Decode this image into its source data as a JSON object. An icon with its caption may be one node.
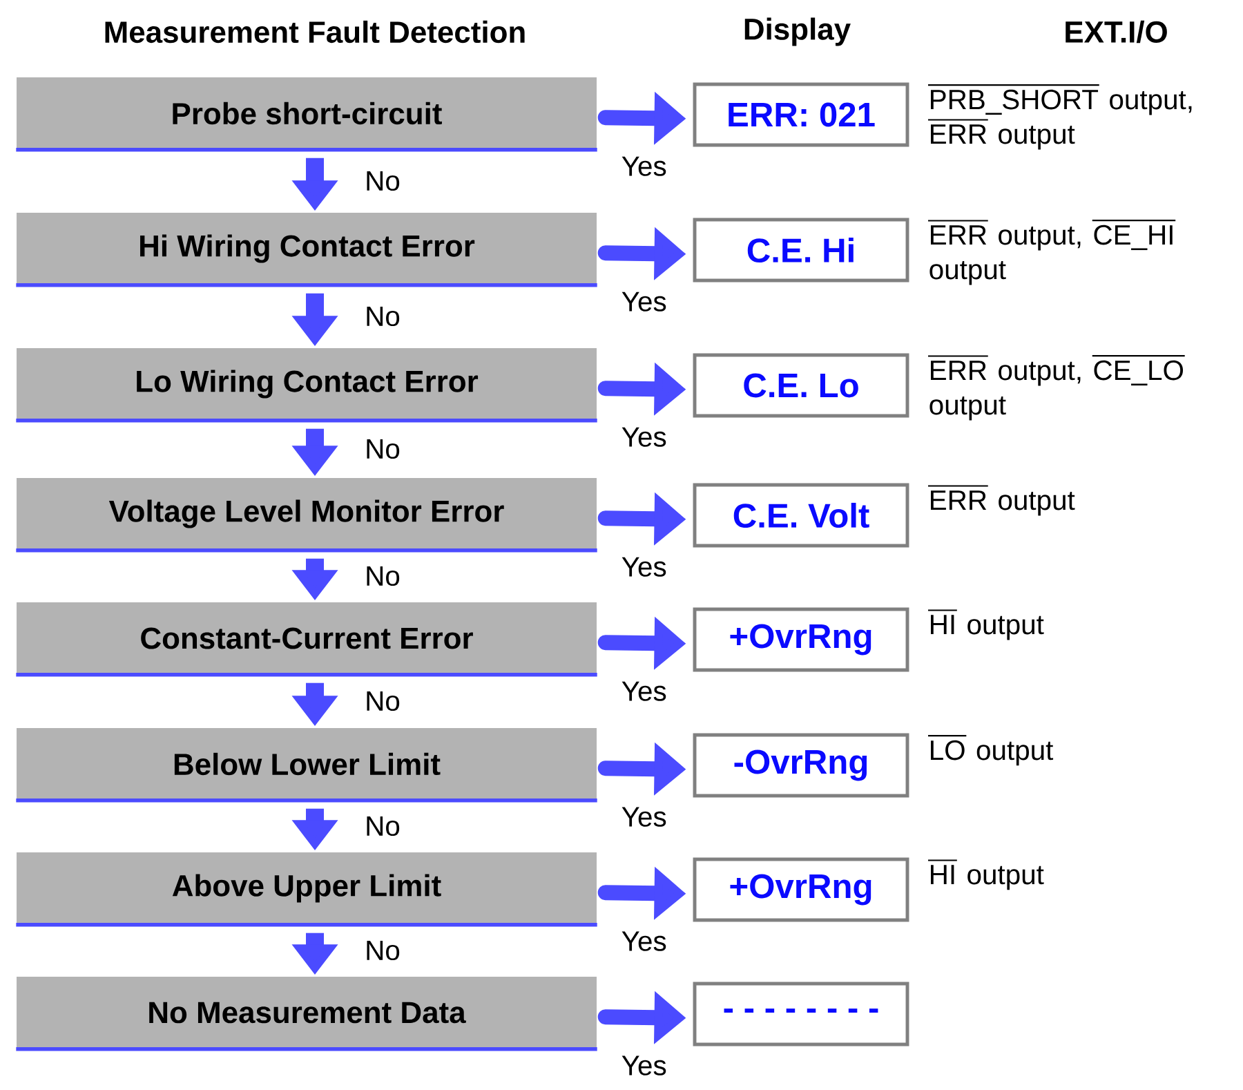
{
  "diagram": {
    "nodes": [
      {
        "text": [
          "Probe short-circuit"
        ]
      },
      {
        "text": [
          "Hi Wiring Contact Error"
        ]
      },
      {
        "text": [
          "Lo Wiring Contact Error"
        ]
      },
      {
        "text": [
          "Voltage Level Monitor Error"
        ]
      },
      {
        "text": [
          "Constant-Current Error"
        ]
      },
      {
        "text": [
          "Below Lower Limit"
        ]
      },
      {
        "text": [
          "Above Upper Limit"
        ]
      },
      {
        "text": [
          "No Measurement Data"
        ]
      },
      {
        "text": [
          "ERR: 021"
        ]
      },
      {
        "text": [
          "C.E. Hi"
        ]
      },
      {
        "text": [
          "C.E. Lo"
        ]
      },
      {
        "text": [
          "C.E. Volt"
        ]
      },
      {
        "text": [
          "+OvrRng"
        ]
      },
      {
        "text": [
          "-OvrRng"
        ]
      },
      {
        "text": [
          "+OvrRng"
        ]
      },
      {
        "text": [
          "- - - - - - - -"
        ]
      }
    ],
    "edges": [
      {
        "from": 0,
        "to": 8,
        "arrow": "to",
        "label": "Yes"
      },
      {
        "from": 0,
        "to": 1,
        "arrow": "to",
        "label": "No"
      },
      {
        "from": 1,
        "to": 9,
        "arrow": "to",
        "label": "Yes"
      },
      {
        "from": 1,
        "to": 2,
        "arrow": "to",
        "label": "No"
      },
      {
        "from": 2,
        "to": 10,
        "arrow": "to",
        "label": "Yes"
      },
      {
        "from": 2,
        "to": 3,
        "arrow": "to",
        "label": "No"
      },
      {
        "from": 3,
        "to": 11,
        "arrow": "to",
        "label": "Yes"
      },
      {
        "from": 3,
        "to": 4,
        "arrow": "to",
        "label": "No"
      },
      {
        "from": 4,
        "to": 12,
        "arrow": "to",
        "label": "Yes"
      },
      {
        "from": 4,
        "to": 5,
        "arrow": "to",
        "label": "No"
      },
      {
        "from": 5,
        "to": 13,
        "arrow": "to",
        "label": "Yes"
      },
      {
        "from": 5,
        "to": 6,
        "arrow": "to",
        "label": "No"
      },
      {
        "from": 6,
        "to": 14,
        "arrow": "to",
        "label": "Yes"
      },
      {
        "from": 6,
        "to": 7,
        "arrow": "to",
        "label": "No"
      },
      {
        "from": 7,
        "to": 15,
        "arrow": "to",
        "label": "Yes"
      }
    ],
    "labels": [
      "Measurement Fault Detection",
      "Display",
      "EXT.I/O",
      "PRB_SHORT",
      "output,",
      "ERR",
      "output",
      "ERR",
      "output,",
      "CE_HI",
      "output",
      "ERR",
      "output,",
      "CE_LO",
      "output",
      "ERR",
      "output",
      "HI",
      "output",
      "LO",
      "output",
      "HI",
      "output"
    ]
  }
}
